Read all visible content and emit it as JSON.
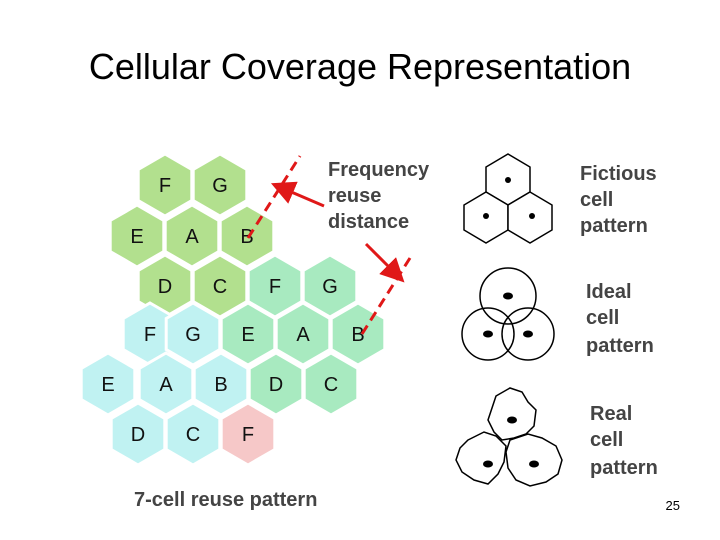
{
  "title": "Cellular Coverage Representation",
  "page_number": "25",
  "colors": {
    "green": "#b2e08e",
    "light_green": "#c8ef9c",
    "mint": "#a8eac0",
    "cyan": "#c0f2f2",
    "pink": "#f6c8c8",
    "arrow": "#e01818"
  },
  "cells": [
    {
      "label": "F",
      "color": "green"
    },
    {
      "label": "G",
      "color": "green"
    },
    {
      "label": "E",
      "color": "green"
    },
    {
      "label": "A",
      "color": "green"
    },
    {
      "label": "B",
      "color": "green"
    },
    {
      "label": "D",
      "color": "green"
    },
    {
      "label": "C",
      "color": "green"
    },
    {
      "label": "F",
      "color": "mint"
    },
    {
      "label": "G",
      "color": "mint"
    },
    {
      "label": "F",
      "color": "cyan"
    },
    {
      "label": "G",
      "color": "cyan"
    },
    {
      "label": "E",
      "color": "mint"
    },
    {
      "label": "A",
      "color": "mint"
    },
    {
      "label": "B",
      "color": "mint"
    },
    {
      "label": "E",
      "color": "cyan"
    },
    {
      "label": "A",
      "color": "cyan"
    },
    {
      "label": "B",
      "color": "cyan"
    },
    {
      "label": "D",
      "color": "mint"
    },
    {
      "label": "C",
      "color": "mint"
    },
    {
      "label": "D",
      "color": "cyan"
    },
    {
      "label": "C",
      "color": "cyan"
    },
    {
      "label": "F",
      "color": "pink"
    }
  ],
  "labels": {
    "reuse_line1": "Frequency",
    "reuse_line2": "reuse",
    "reuse_line3": "distance",
    "reuse_caption": "7-cell reuse pattern",
    "fictious_line1": "Fictious",
    "fictious_line2": "cell",
    "fictious_line3": "pattern",
    "ideal_line1": "Ideal",
    "ideal_line2": "cell",
    "ideal_line3": "pattern",
    "real_line1": "Real",
    "real_line2": "cell",
    "real_line3": "pattern"
  }
}
